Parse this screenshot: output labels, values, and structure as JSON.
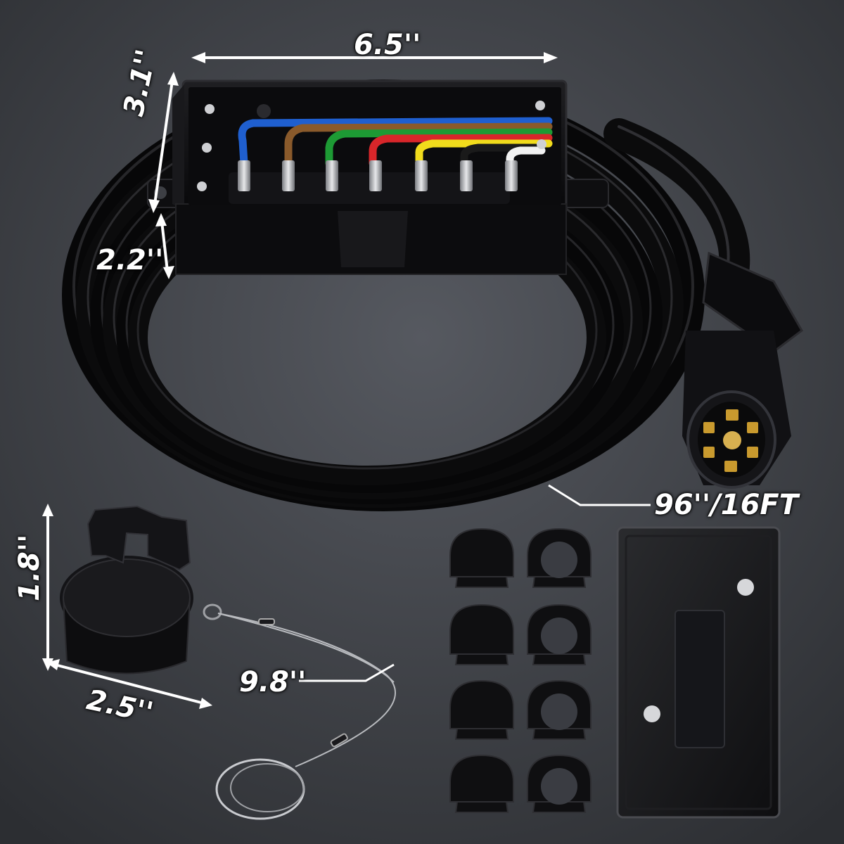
{
  "dimensions": {
    "box_length": "6.5''",
    "box_height": "3.1''",
    "box_depth": "2.2''",
    "cable_length": "96''/16FT",
    "cap_height": "1.8''",
    "cap_width": "2.5''",
    "lanyard_length": "9.8''"
  },
  "colors": {
    "background": "#3d3f44",
    "cable": "#0d0d0e",
    "box": "#111113",
    "wire_blue": "#1f5fcf",
    "wire_brown": "#8a5a2b",
    "wire_green": "#1d9a34",
    "wire_red": "#d8262a",
    "wire_yellow": "#f1dc1c",
    "wire_black": "#111111",
    "wire_white": "#f2f2f2",
    "pins": "#c99a2e"
  }
}
